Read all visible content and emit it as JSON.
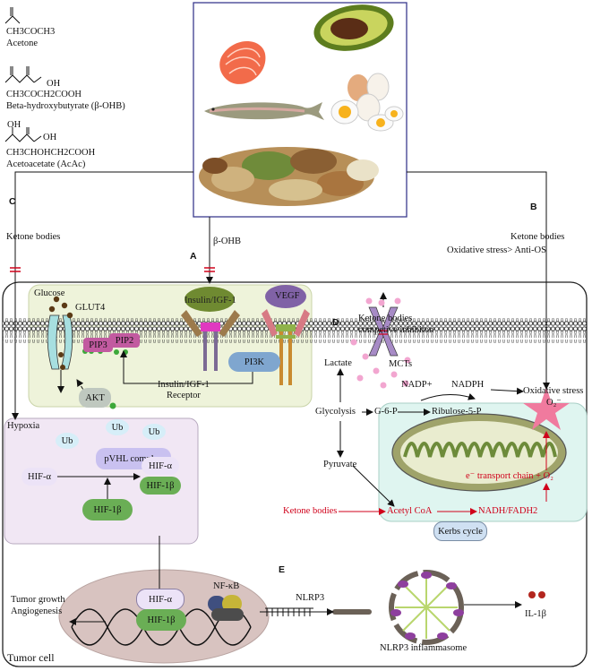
{
  "molecules": {
    "acetone_formula": "CH3COCH3",
    "acetone_name": "Acetone",
    "bohb_oh": "OH",
    "bohb_formula": "CH3COCH2COOH",
    "bohb_name": "Beta-hydroxybutyrate (β-OHB)",
    "acac_oh1": "OH",
    "acac_oh2": "OH",
    "acac_formula": "CH3CHOHCH2COOH",
    "acac_name": "Acetoacetate (AcAc)"
  },
  "panel_labels": {
    "a": "A",
    "b": "B",
    "c": "C",
    "d": "D",
    "e": "E"
  },
  "paths": {
    "c_ketone_bodies": "Ketone bodies",
    "b_ketone_bodies": "Ketone bodies",
    "b_oxidative": "Oxidative stress> Anti-OS",
    "a_bohb": "β-OHB"
  },
  "membrane": {
    "glucose": "Glucose",
    "glut4": "GLUT4",
    "pip3": "PIP3",
    "pip2": "PIP2",
    "akt": "AKT",
    "insulin": "Insulin/IGF-1",
    "receptor_line1": "Insulin/IGF-1",
    "receptor_line2": "Receptor",
    "pi3k": "PI3K",
    "vegf": "VEGF",
    "mcts": "MCTs",
    "competitive_line1": "Ketone bodies",
    "competitive_line2": "competive inhibiton"
  },
  "hypoxia": {
    "title": "Hypoxia",
    "ub1": "Ub",
    "ub2": "Ub",
    "ub3": "Ub",
    "pvhl": "pVHL complex",
    "hif_alpha_left": "HIF-α",
    "hif_alpha_right": "HIF-α",
    "hif_beta_right": "HIF-1β",
    "hif_beta_bottom": "HIF-1β"
  },
  "metabolism": {
    "lactate": "Lactate",
    "nadp_plus": "NADP+",
    "nadph": "NADPH",
    "glycolysis": "Glycolysis",
    "g6p": "G-6-P",
    "ribulose": "Ribulose-5-P",
    "oxidative_stress": "Oxidative stress",
    "o2_radical": "O₂⁻",
    "pyruvate": "Pyruvate",
    "e_transport": "e⁻ transport chain + O₂",
    "ketone_bodies": "Ketone bodies",
    "acetyl_coa": "Acetyl CoA",
    "nadh": "NADH/FADH2",
    "krebs": "Kerbs cycle"
  },
  "nucleus": {
    "tumor_growth": "Tumor growth",
    "angiogenesis": "Angiogenesis",
    "hif_alpha": "HIF-α",
    "hif_beta": "HIF-1β",
    "nfkb": "NF-κB",
    "nlrp3": "NLRP3",
    "inflammasome": "NLRP3 inflammasome",
    "il1b": "IL-1β"
  },
  "cell_label": "Tumor cell",
  "colors": {
    "red_text": "#d0021b",
    "hif_alpha_fill": "#ece3f7",
    "hif_beta_fill": "#6aae55",
    "pvhl_fill": "#c9c1f0",
    "ub_fill": "#d6eef8",
    "pip_fill": "#c25aa0",
    "pi3k_fill": "#7fa6cf",
    "akt_fill": "#bfc8bf",
    "hypoxia_box": "#f1e7f4",
    "receptor_box": "#eef3da",
    "mito_box": "#dff5f0"
  }
}
